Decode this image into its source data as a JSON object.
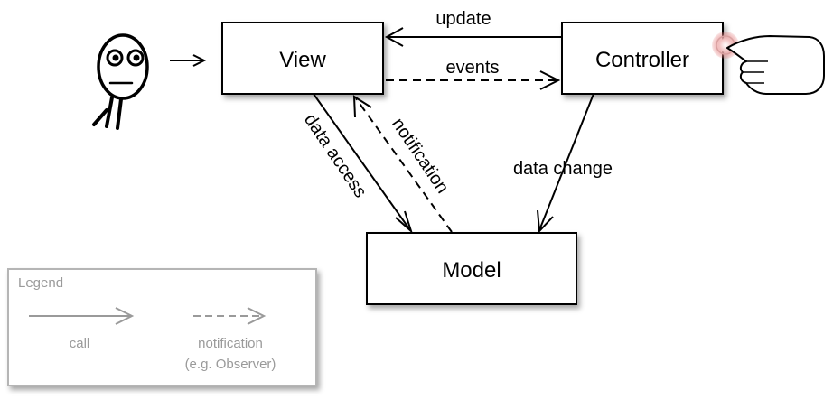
{
  "nodes": {
    "view": "View",
    "controller": "Controller",
    "model": "Model"
  },
  "edges": {
    "update": "update",
    "events": "events",
    "data_access": "data access",
    "notification": "notification",
    "data_change": "data change"
  },
  "legend": {
    "title": "Legend",
    "call": "call",
    "notification_line1": "notification",
    "notification_line2": "(e.g. Observer)"
  },
  "icons": {
    "user": "user-figure-icon",
    "pointer": "pointing-hand-icon"
  },
  "colors": {
    "ink": "#000000",
    "legend": "#9a9a9a",
    "touch_glow": "#e06a6a"
  }
}
